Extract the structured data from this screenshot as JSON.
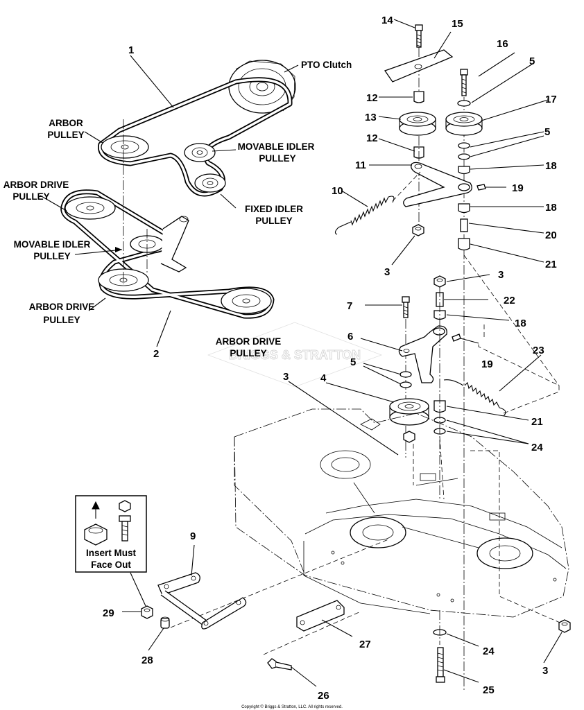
{
  "parts": [
    {
      "id": "p1",
      "num": "1"
    },
    {
      "id": "p2",
      "num": "2"
    },
    {
      "id": "p3a",
      "num": "3"
    },
    {
      "id": "p3b",
      "num": "3"
    },
    {
      "id": "p3c",
      "num": "3"
    },
    {
      "id": "p3d",
      "num": "3"
    },
    {
      "id": "p4",
      "num": "4"
    },
    {
      "id": "p5a",
      "num": "5"
    },
    {
      "id": "p5b",
      "num": "5"
    },
    {
      "id": "p5c",
      "num": "5"
    },
    {
      "id": "p6",
      "num": "6"
    },
    {
      "id": "p7",
      "num": "7"
    },
    {
      "id": "p9",
      "num": "9"
    },
    {
      "id": "p10",
      "num": "10"
    },
    {
      "id": "p11",
      "num": "11"
    },
    {
      "id": "p12a",
      "num": "12"
    },
    {
      "id": "p12b",
      "num": "12"
    },
    {
      "id": "p13",
      "num": "13"
    },
    {
      "id": "p14",
      "num": "14"
    },
    {
      "id": "p15",
      "num": "15"
    },
    {
      "id": "p16",
      "num": "16"
    },
    {
      "id": "p17",
      "num": "17"
    },
    {
      "id": "p18a",
      "num": "18"
    },
    {
      "id": "p18b",
      "num": "18"
    },
    {
      "id": "p18c",
      "num": "18"
    },
    {
      "id": "p19a",
      "num": "19"
    },
    {
      "id": "p19b",
      "num": "19"
    },
    {
      "id": "p20",
      "num": "20"
    },
    {
      "id": "p21a",
      "num": "21"
    },
    {
      "id": "p21b",
      "num": "21"
    },
    {
      "id": "p22",
      "num": "22"
    },
    {
      "id": "p23",
      "num": "23"
    },
    {
      "id": "p24a",
      "num": "24"
    },
    {
      "id": "p24b",
      "num": "24"
    },
    {
      "id": "p25",
      "num": "25"
    },
    {
      "id": "p26",
      "num": "26"
    },
    {
      "id": "p27",
      "num": "27"
    },
    {
      "id": "p28",
      "num": "28"
    },
    {
      "id": "p29",
      "num": "29"
    }
  ],
  "labels": {
    "pto_clutch": "PTO Clutch",
    "arbor_pulley": [
      "ARBOR",
      "PULLEY"
    ],
    "movable_idler_top": [
      "MOVABLE IDLER",
      "PULLEY"
    ],
    "fixed_idler": [
      "FIXED IDLER",
      "PULLEY"
    ],
    "arbor_drive_left": [
      "ARBOR DRIVE",
      "PULLEY"
    ],
    "movable_idler_left": [
      "MOVABLE IDLER",
      "PULLEY"
    ],
    "arbor_drive_bottom": [
      "ARBOR DRIVE",
      "PULLEY"
    ],
    "arbor_drive_mid": [
      "ARBOR DRIVE",
      "PULLEY"
    ]
  },
  "inset": {
    "text": [
      "Insert Must",
      "Face Out"
    ]
  },
  "watermark": "BRIGGS & STRATTON",
  "copyright": "Copyright © Briggs & Stratton, LLC. All rights reserved."
}
